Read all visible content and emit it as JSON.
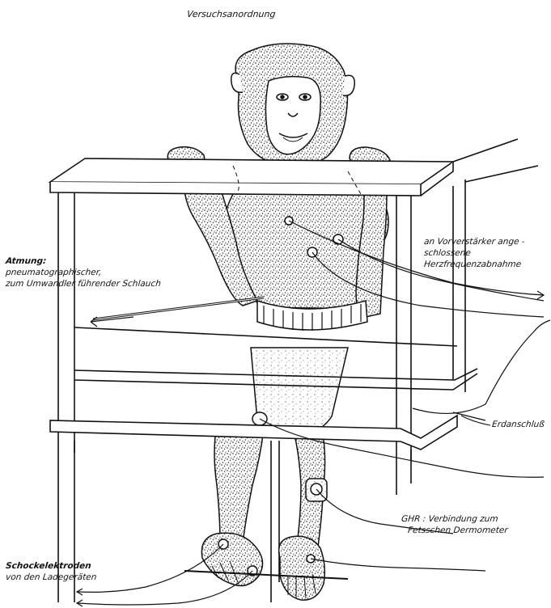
{
  "title": "Versuchsanordnung",
  "labels": {
    "atmung": {
      "line1": "Atmung:",
      "line2": "pneumatographischer,",
      "line3": "zum Umwandler führender Schlauch"
    },
    "vorverstaerker": {
      "line1": "an Vorverstärker ange -",
      "line2": "schlossene",
      "line3": "Herzfrequenzabnahme"
    },
    "erdanschluss": "Erdanschluß",
    "ghr": {
      "line1": "GHR : Verbindung zum",
      "line2": "Fetsschen Dermometer"
    },
    "schockelektroden": {
      "line1": "Schockelektroden",
      "line2": "von den Ladegeräten"
    }
  }
}
